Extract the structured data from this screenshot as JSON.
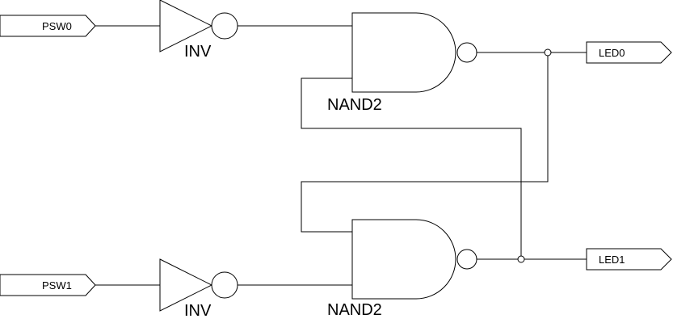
{
  "diagram": {
    "inputs": {
      "psw0": "PSW0",
      "psw1": "PSW1"
    },
    "outputs": {
      "led0": "LED0",
      "led1": "LED1"
    },
    "gates": {
      "inv_top": "INV",
      "inv_bottom": "INV",
      "nand_top": "NAND2",
      "nand_bottom": "NAND2"
    }
  }
}
